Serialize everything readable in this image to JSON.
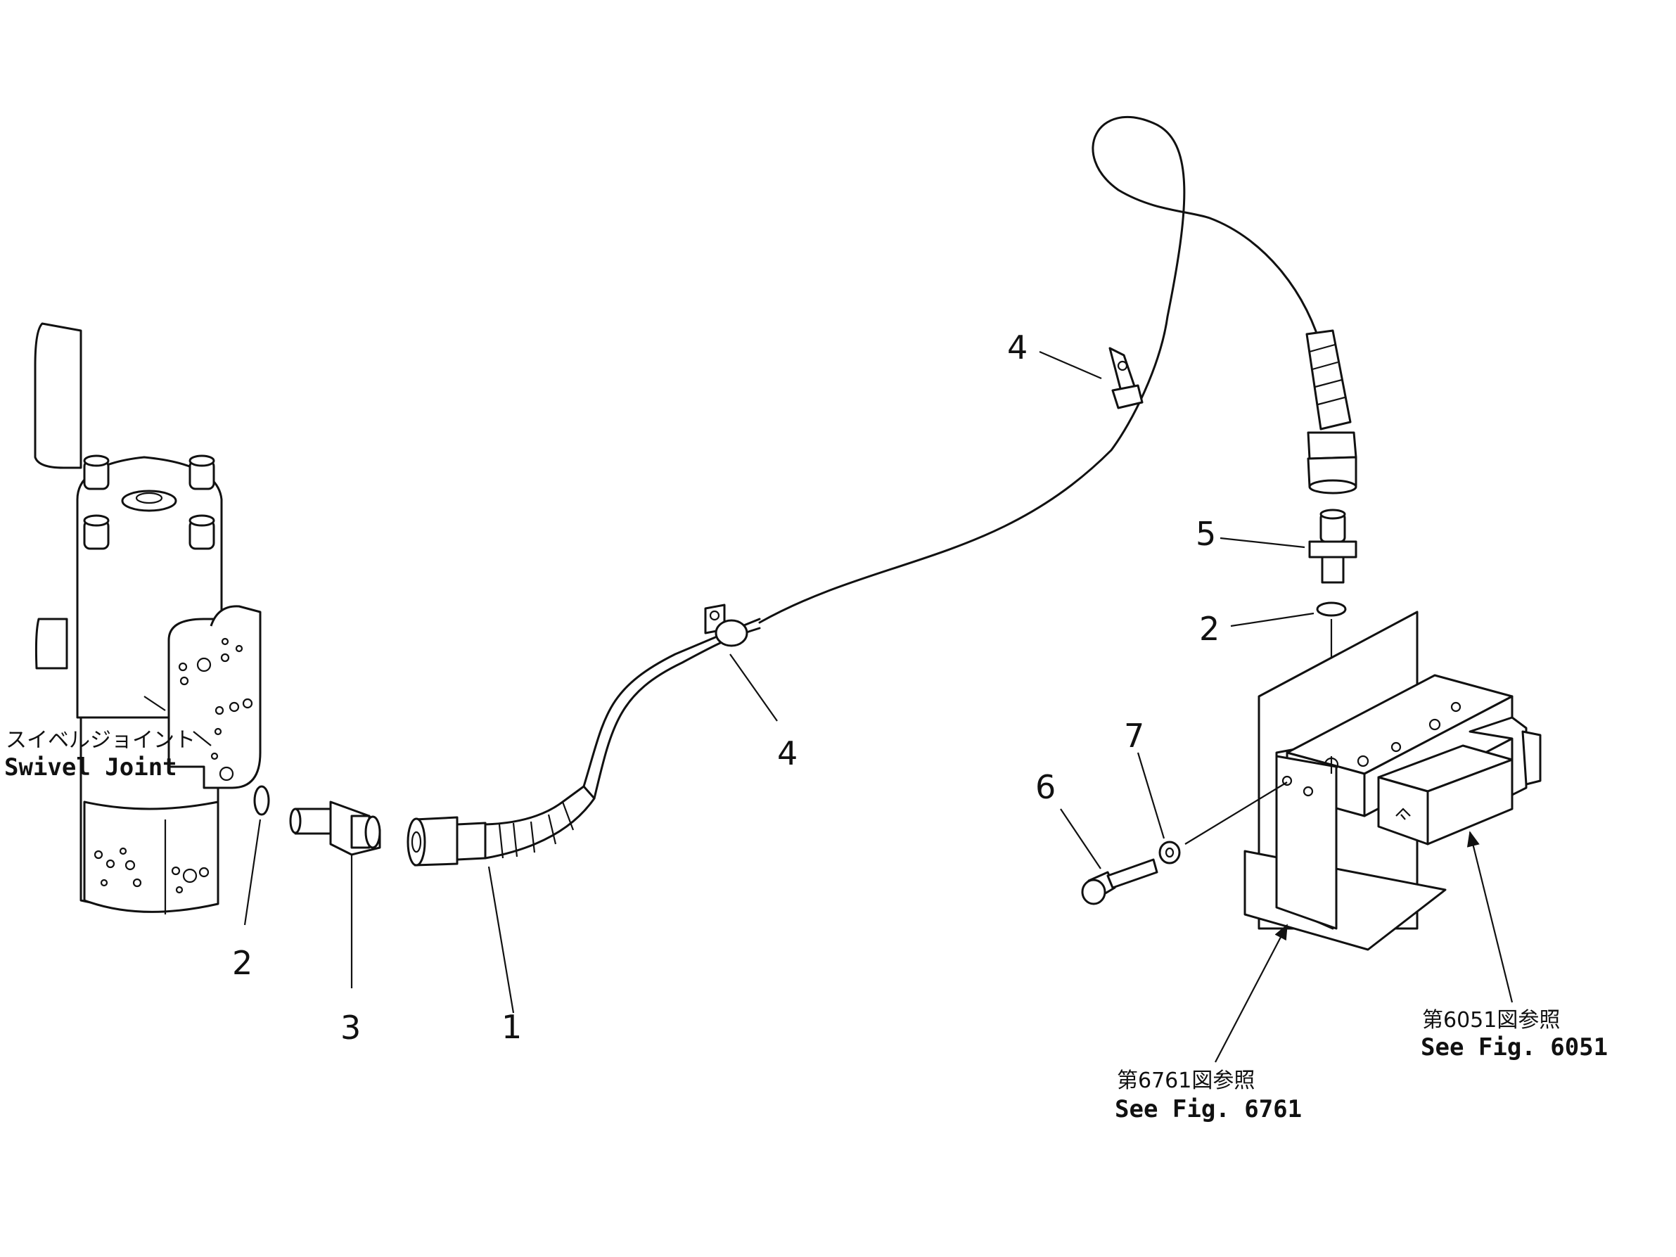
{
  "callouts": {
    "n1": "1",
    "n2a": "2",
    "n2b": "2",
    "n3": "3",
    "n4a": "4",
    "n4b": "4",
    "n5": "5",
    "n6": "6",
    "n7": "7"
  },
  "swivel_joint": {
    "label_jp": "スイベルジョイント",
    "label_en": "Swivel  Joint"
  },
  "refs": {
    "fig6761_jp": "第6761図参照",
    "fig6761_en": "See  Fig. 6761",
    "fig6051_jp": "第6051図参照",
    "fig6051_en": "See  Fig. 6051"
  }
}
